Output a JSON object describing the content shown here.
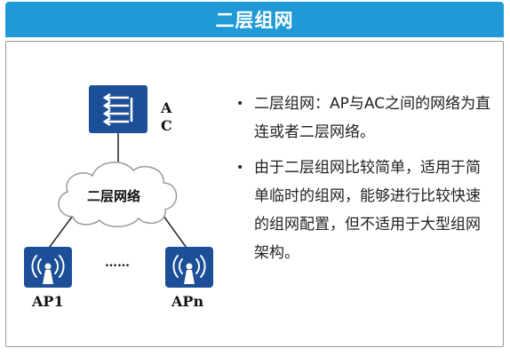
{
  "header": {
    "title": "二层组网"
  },
  "diagram": {
    "ac_label": "A\nC",
    "cloud_label": "二层网络",
    "ap_left_label": "AP1",
    "ap_right_label": "APn",
    "ellipsis": "……"
  },
  "bullets": [
    {
      "text": "二层组网：AP与AC之间的网络为直连或者二层网络。"
    },
    {
      "text": "由于二层组网比较简单，适用于简单临时的组网，能够进行比较快速的组网配置，但不适用于大型组网架构。"
    }
  ],
  "colors": {
    "header_bg": "#1f9ad6",
    "device_blue": "#1d4f99",
    "line": "#222222"
  },
  "icons": [
    "ac-controller-icon",
    "cloud-icon",
    "wireless-ap-icon"
  ]
}
